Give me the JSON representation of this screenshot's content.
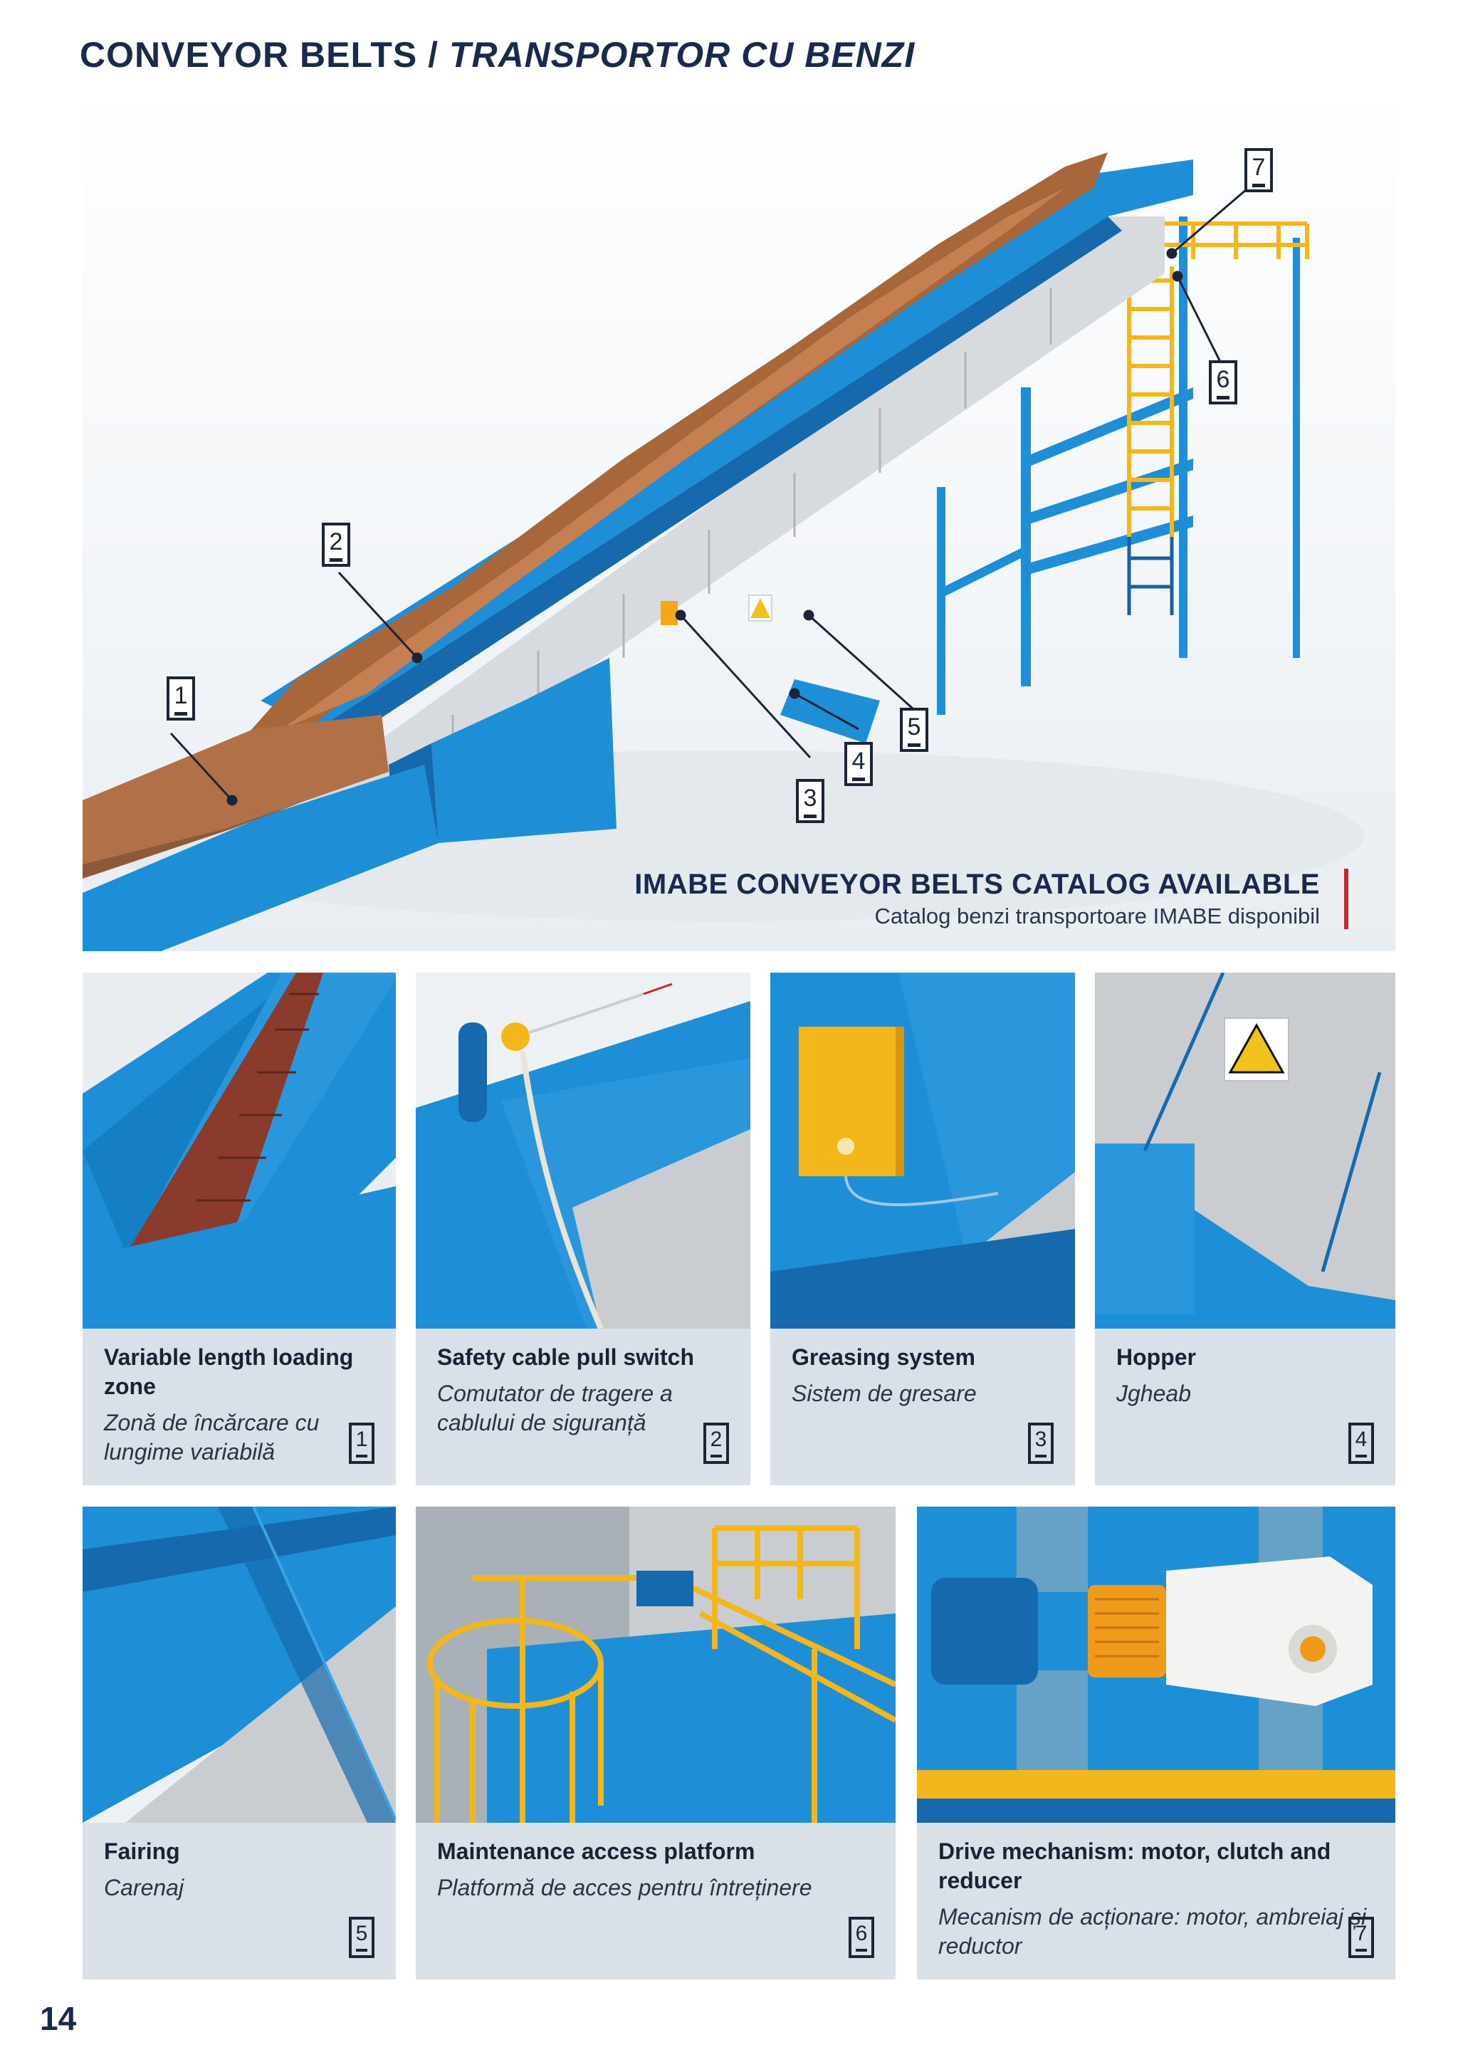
{
  "header": {
    "title_en": "CONVEYOR BELTS /",
    "title_ro": "TRANSPORTOR CU BENZI"
  },
  "hero": {
    "callouts": [
      "1",
      "2",
      "3",
      "4",
      "5",
      "6",
      "7"
    ],
    "catalog_en": "IMABE CONVEYOR BELTS CATALOG AVAILABLE",
    "catalog_ro": "Catalog benzi transportoare IMABE disponibil"
  },
  "colors": {
    "conveyor_blue": "#1e8fd6",
    "platform_yellow": "#f3b71c",
    "accent_red": "#c0282d",
    "title_navy": "#1a2a4d",
    "caption_bg": "#d9e0e8"
  },
  "features": [
    {
      "num": "1",
      "en": "Variable length loading zone",
      "ro": "Zonă de încărcare cu lungime variabilă"
    },
    {
      "num": "2",
      "en": "Safety cable pull switch",
      "ro": "Comutator de tragere a cablului de siguranță"
    },
    {
      "num": "3",
      "en": "Greasing system",
      "ro": "Sistem de gresare"
    },
    {
      "num": "4",
      "en": "Hopper",
      "ro": "Jgheab"
    },
    {
      "num": "5",
      "en": "Fairing",
      "ro": "Carenaj"
    },
    {
      "num": "6",
      "en": "Maintenance access platform",
      "ro": "Platformă de acces pentru întreținere"
    },
    {
      "num": "7",
      "en": "Drive mechanism: motor, clutch and reducer",
      "ro": "Mecanism de acționare: motor, ambreiaj și reductor"
    }
  ],
  "page_number": "14"
}
